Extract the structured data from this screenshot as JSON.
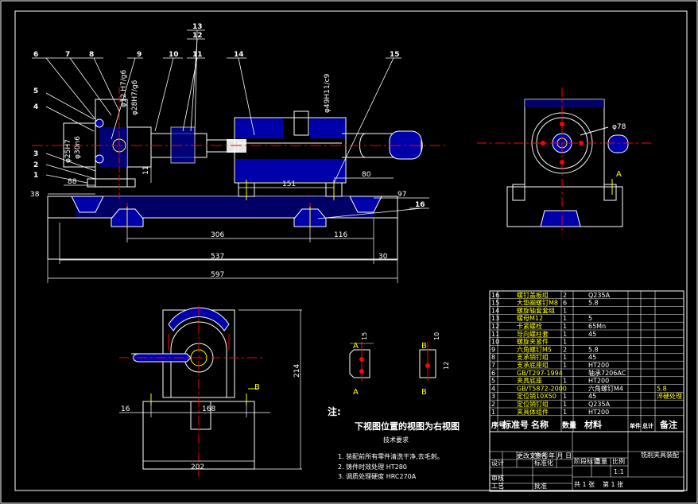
{
  "part_labels": [
    "1",
    "2",
    "3",
    "4",
    "5",
    "6",
    "7",
    "8",
    "9",
    "10",
    "11",
    "12",
    "13",
    "14",
    "15",
    "16"
  ],
  "fit_labels": {
    "f1": "φ12 H7/g6",
    "f2": "φ28H7/g6",
    "f3": "φ49H11/c9",
    "f4": "φ25H7",
    "f5": "φ30n6"
  },
  "dims_main": {
    "d88": "88",
    "d38": "38",
    "d11": "11",
    "d151": "151",
    "d80": "80",
    "d97": "97",
    "d306": "306",
    "d116": "116",
    "d537": "537",
    "d30": "30",
    "d597": "597"
  },
  "dims_side": {
    "d78": "φ78"
  },
  "dims_bottom": {
    "d214": "214",
    "d16": "16",
    "d168": "168",
    "d202": "202"
  },
  "markers": {
    "a": "A",
    "b": "B"
  },
  "detail_dims": {
    "d15": "15",
    "d10": "10",
    "d12": "12"
  },
  "notes": {
    "head": "注:",
    "title": "下视图位置的视图为右视图",
    "sub": "技术要求",
    "n1": "1. 装配前所有零件清洗干净,去毛刺。",
    "n2": "2. 铸件时效处理 HT280",
    "n3": "3. 调质处理硬度 HRC270A"
  },
  "bom": [
    {
      "no": "16",
      "name": "螺钉盖板组",
      "qty": "2",
      "mat": "Q235A",
      "rem": ""
    },
    {
      "no": "15",
      "name": "大垫圈螺钉M8",
      "qty": "6",
      "mat": "5.8",
      "rem": ""
    },
    {
      "no": "14",
      "name": "螺旋轴套套组",
      "qty": "1",
      "mat": "",
      "rem": ""
    },
    {
      "no": "13",
      "name": "螺母M12",
      "qty": "1",
      "mat": "5",
      "rem": ""
    },
    {
      "no": "12",
      "name": "卡紧螺栓",
      "qty": "1",
      "mat": "65Mn",
      "rem": ""
    },
    {
      "no": "11",
      "name": "导向螺柱套",
      "qty": "1",
      "mat": "45",
      "rem": ""
    },
    {
      "no": "10",
      "name": "螺旋夹紧件",
      "qty": "1",
      "mat": "",
      "rem": ""
    },
    {
      "no": "9",
      "name": "六角螺钉M5",
      "qty": "2",
      "mat": "5.8",
      "rem": ""
    },
    {
      "no": "8",
      "name": "支承销钉组",
      "qty": "1",
      "mat": "45",
      "rem": ""
    },
    {
      "no": "7",
      "name": "支承底座组",
      "qty": "1",
      "mat": "HT200",
      "rem": ""
    },
    {
      "no": "6",
      "name": "GB/T297-1994",
      "qty": "",
      "mat": "轴承7206AC",
      "rem": ""
    },
    {
      "no": "5",
      "name": "夹具底座",
      "qty": "1",
      "mat": "HT200",
      "rem": ""
    },
    {
      "no": "4",
      "name": "GB/T5872-2000",
      "qty": "",
      "mat": "六角螺钉M4",
      "rem": "5.8"
    },
    {
      "no": "3",
      "name": "定位销10X50",
      "qty": "1",
      "mat": "45",
      "rem": "淬硬处理"
    },
    {
      "no": "2",
      "name": "定位销钉组",
      "qty": "1",
      "mat": "Q235A",
      "rem": ""
    },
    {
      "no": "1",
      "name": "夹具体组件",
      "qty": "1",
      "mat": "HT200",
      "rem": ""
    }
  ],
  "bom_header": {
    "no": "序号",
    "std": "标准号",
    "name": "名称",
    "qty": "数量",
    "mat": "材料",
    "w1": "单件",
    "w2": "总计",
    "rem": "备注"
  },
  "title_block": {
    "drawing_name": "铣削夹具装配",
    "stage": "阶段标记",
    "weight": "重量",
    "scale": "比例",
    "scale_val": "1:1",
    "sheets_total": "共 1 张",
    "sheet_no": "第 1 张",
    "designer": "设计",
    "reviewer": "审核",
    "process": "工艺",
    "std": "标准化",
    "approve": "批准",
    "sign": "签名",
    "date": "年 月 日",
    "mark": "更改文件号"
  }
}
